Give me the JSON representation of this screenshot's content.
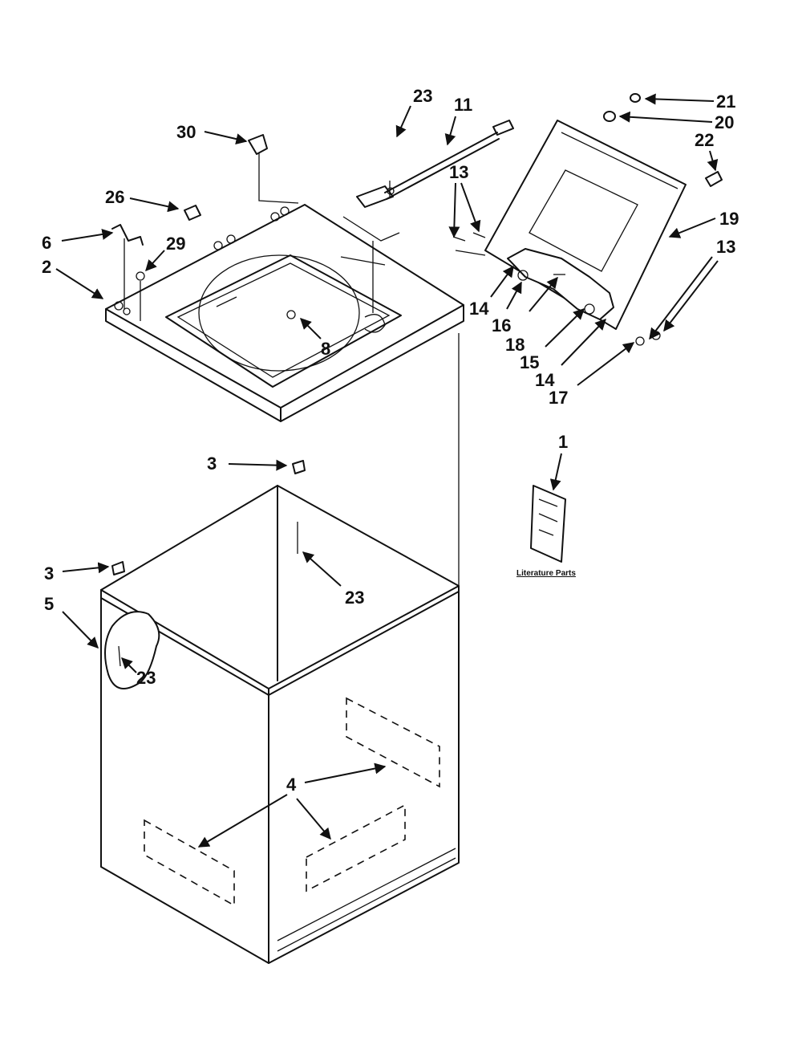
{
  "diagram": {
    "literature_caption": "Literature Parts",
    "callouts": {
      "c21": "21",
      "c20": "20",
      "c22": "22",
      "c19": "19",
      "c13a": "13",
      "c13b": "13",
      "c23top": "23",
      "c11": "11",
      "c30": "30",
      "c26": "26",
      "c6": "6",
      "c29": "29",
      "c2": "2",
      "c8": "8",
      "c14a": "14",
      "c16": "16",
      "c18": "18",
      "c15": "15",
      "c14b": "14",
      "c17": "17",
      "c1": "1",
      "c3a": "3",
      "c3b": "3",
      "c23mid": "23",
      "c5": "5",
      "c23left": "23",
      "c4": "4"
    }
  }
}
